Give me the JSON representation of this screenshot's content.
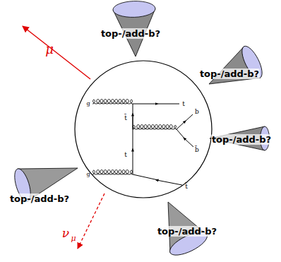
{
  "diagram": {
    "nodes": [
      {
        "text": [
          "top-/add-b?"
        ]
      },
      {
        "text": [
          "top-/add-b?"
        ]
      },
      {
        "text": [
          "top-/add-b?"
        ]
      },
      {
        "text": [
          "top-/add-b?"
        ]
      },
      {
        "text": [
          "top-/add-b?"
        ]
      }
    ],
    "labels": [
      "μ",
      "ν",
      "μ",
      "g",
      "t̄",
      "t",
      "b",
      "b̄",
      "t",
      "g",
      "t̄"
    ]
  }
}
